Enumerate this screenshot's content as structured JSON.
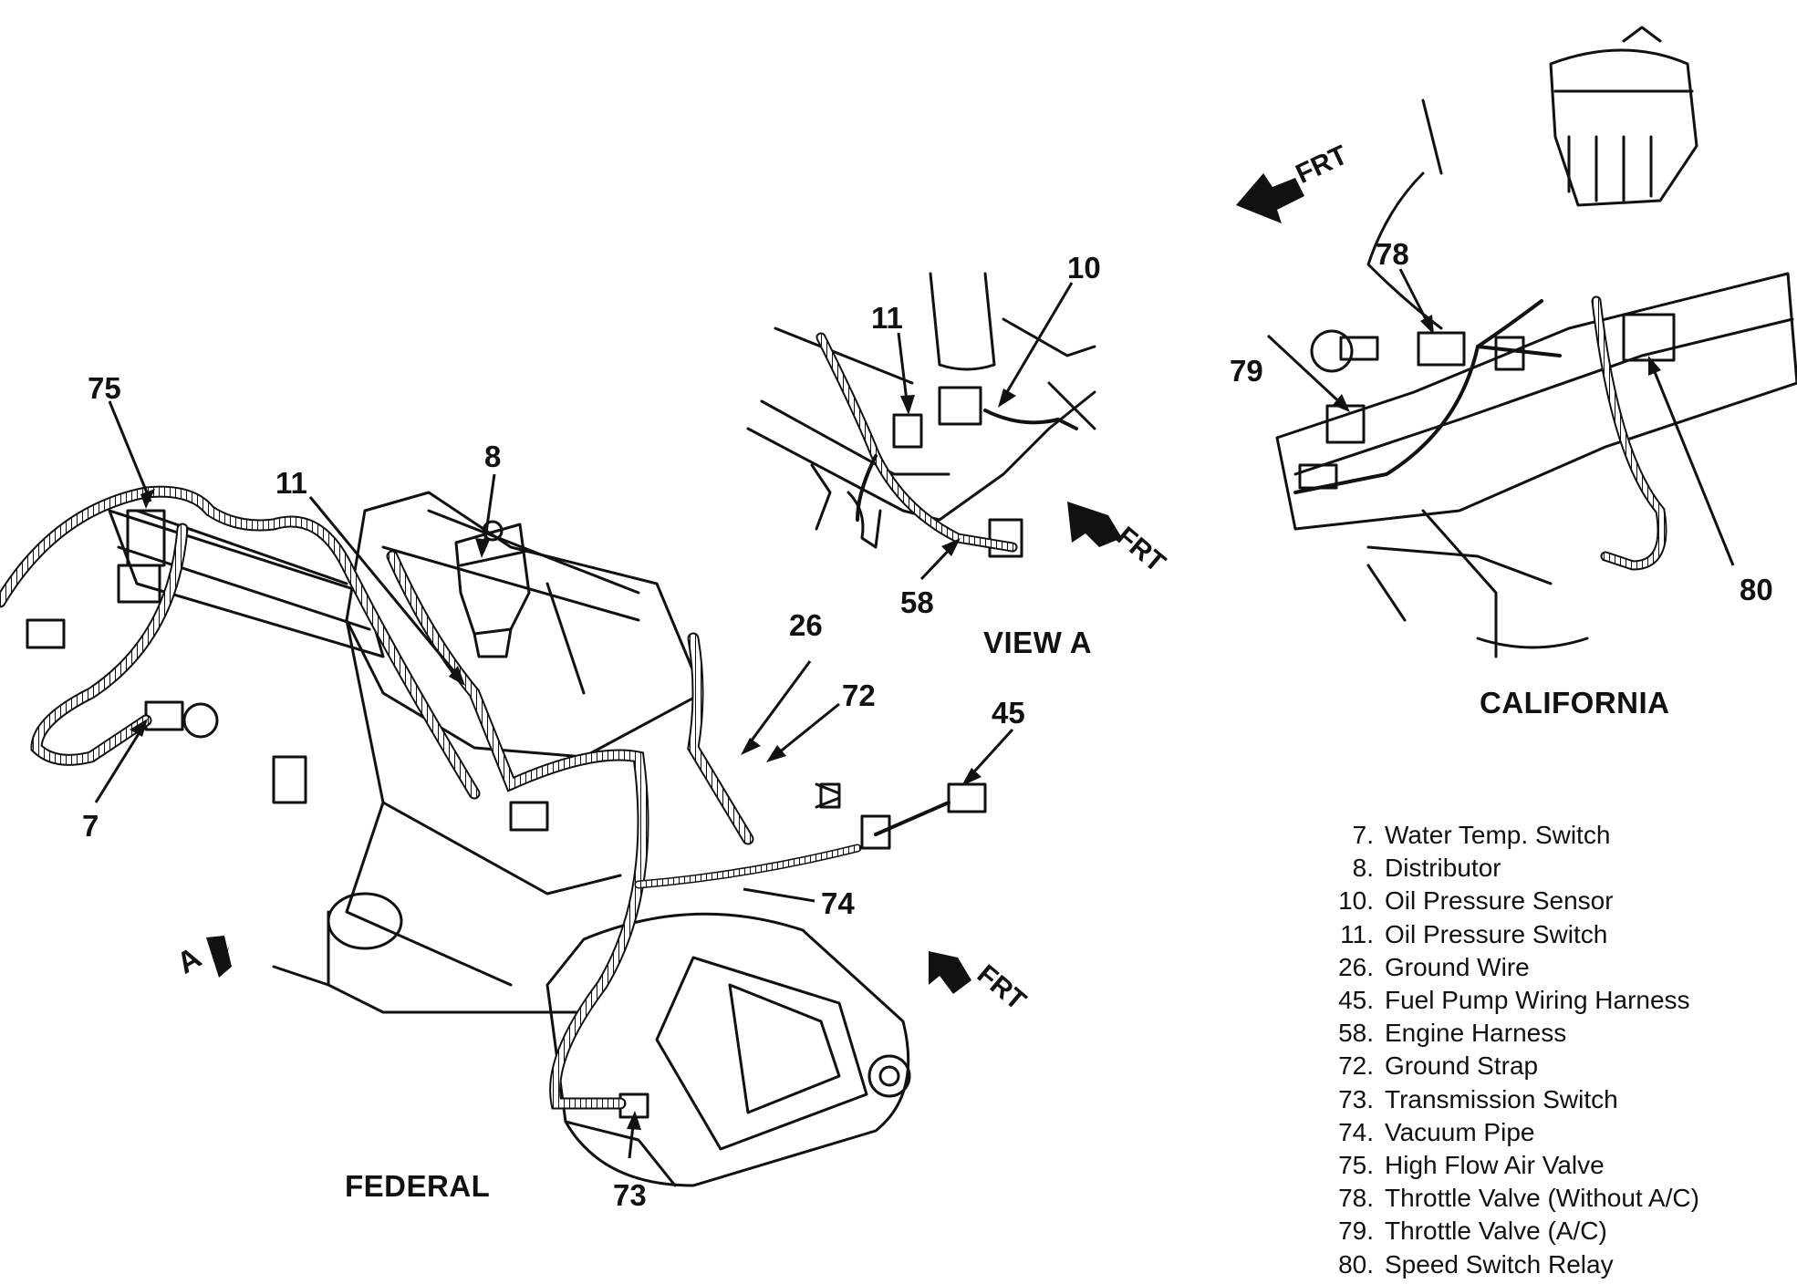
{
  "captions": {
    "federal": "FEDERAL",
    "california": "CALIFORNIA",
    "view_a": "VIEW A",
    "view_marker": "A",
    "front": "FRT"
  },
  "callouts": [
    "75",
    "11",
    "8",
    "7",
    "26",
    "72",
    "45",
    "74",
    "73",
    "11",
    "10",
    "58",
    "78",
    "79",
    "80"
  ],
  "legend": [
    {
      "num": "7.",
      "label": "Water Temp. Switch"
    },
    {
      "num": "8.",
      "label": "Distributor"
    },
    {
      "num": "10.",
      "label": "Oil Pressure Sensor"
    },
    {
      "num": "11.",
      "label": "Oil Pressure Switch"
    },
    {
      "num": "26.",
      "label": "Ground Wire"
    },
    {
      "num": "45.",
      "label": "Fuel Pump Wiring Harness"
    },
    {
      "num": "58.",
      "label": "Engine Harness"
    },
    {
      "num": "72.",
      "label": "Ground Strap"
    },
    {
      "num": "73.",
      "label": "Transmission Switch"
    },
    {
      "num": "74.",
      "label": "Vacuum Pipe"
    },
    {
      "num": "75.",
      "label": "High Flow Air Valve"
    },
    {
      "num": "78.",
      "label": "Throttle Valve (Without A/C)"
    },
    {
      "num": "79.",
      "label": "Throttle Valve (A/C)"
    },
    {
      "num": "80.",
      "label": "Speed Switch Relay"
    }
  ]
}
